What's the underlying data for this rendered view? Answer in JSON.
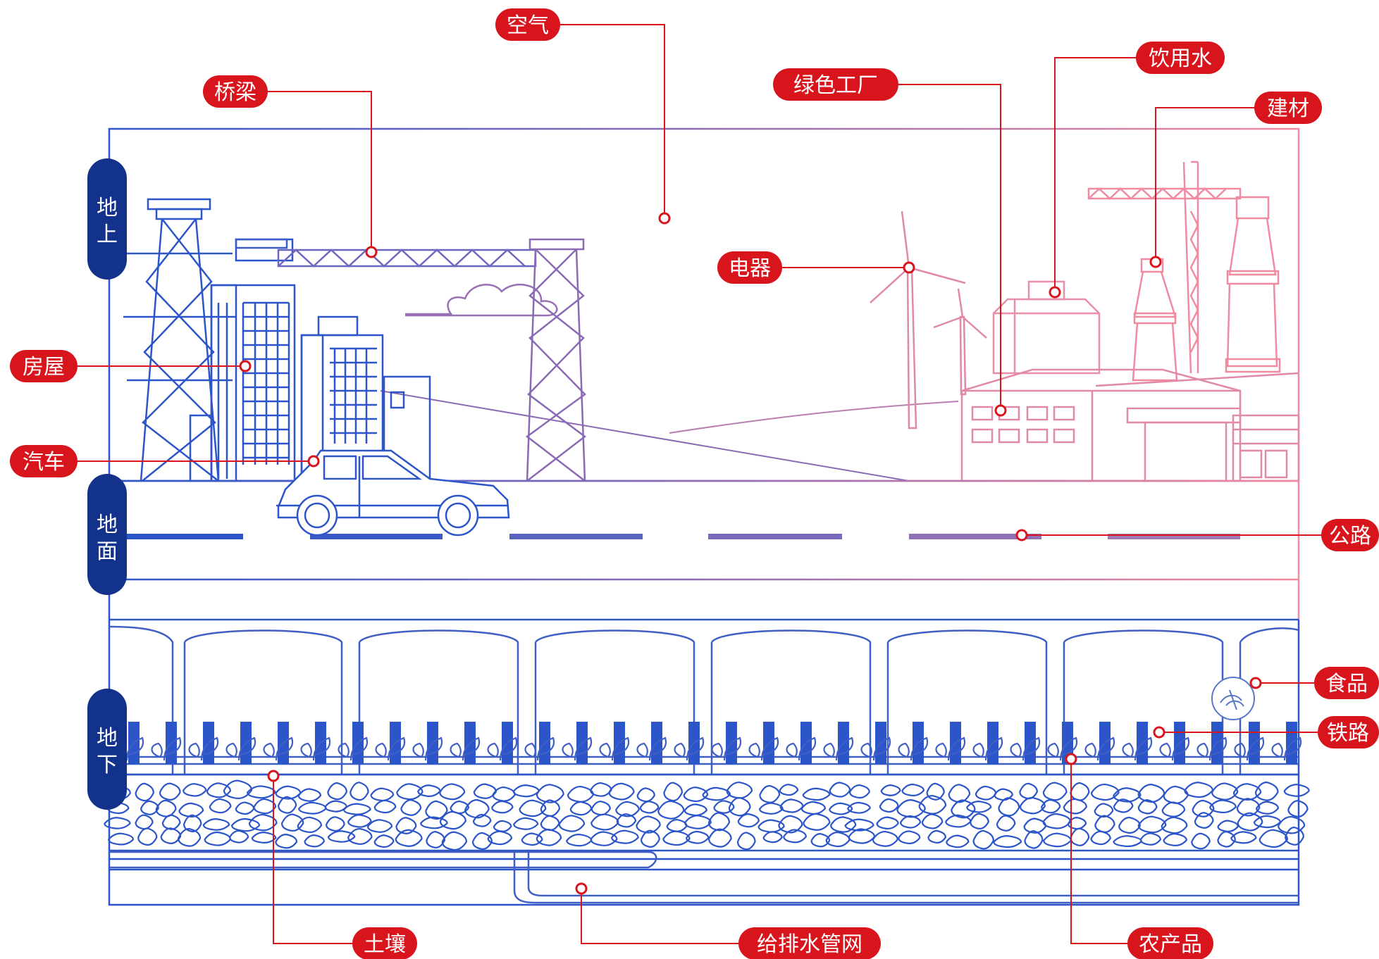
{
  "zones": [
    {
      "id": "above",
      "chars": [
        "地",
        "上"
      ]
    },
    {
      "id": "surface",
      "chars": [
        "地",
        "面"
      ]
    },
    {
      "id": "below",
      "chars": [
        "地",
        "下"
      ]
    }
  ],
  "callouts": [
    {
      "id": "air",
      "label": "空气"
    },
    {
      "id": "bridge",
      "label": "桥梁"
    },
    {
      "id": "green-factory",
      "label": "绿色工厂"
    },
    {
      "id": "drinking-water",
      "label": "饮用水"
    },
    {
      "id": "building-material",
      "label": "建材"
    },
    {
      "id": "appliance",
      "label": "电器"
    },
    {
      "id": "house",
      "label": "房屋"
    },
    {
      "id": "car",
      "label": "汽车"
    },
    {
      "id": "highway",
      "label": "公路"
    },
    {
      "id": "food",
      "label": "食品"
    },
    {
      "id": "railway",
      "label": "铁路"
    },
    {
      "id": "soil",
      "label": "土壤"
    },
    {
      "id": "water-pipe-network",
      "label": "给排水管网"
    },
    {
      "id": "agricultural-products",
      "label": "农产品"
    }
  ],
  "colors": {
    "callout_red": "#d8141c",
    "zone_navy": "#12328c",
    "line_blue": "#2b55c8",
    "line_pink": "#f08aa0",
    "line_purple": "#8c6ab4"
  }
}
